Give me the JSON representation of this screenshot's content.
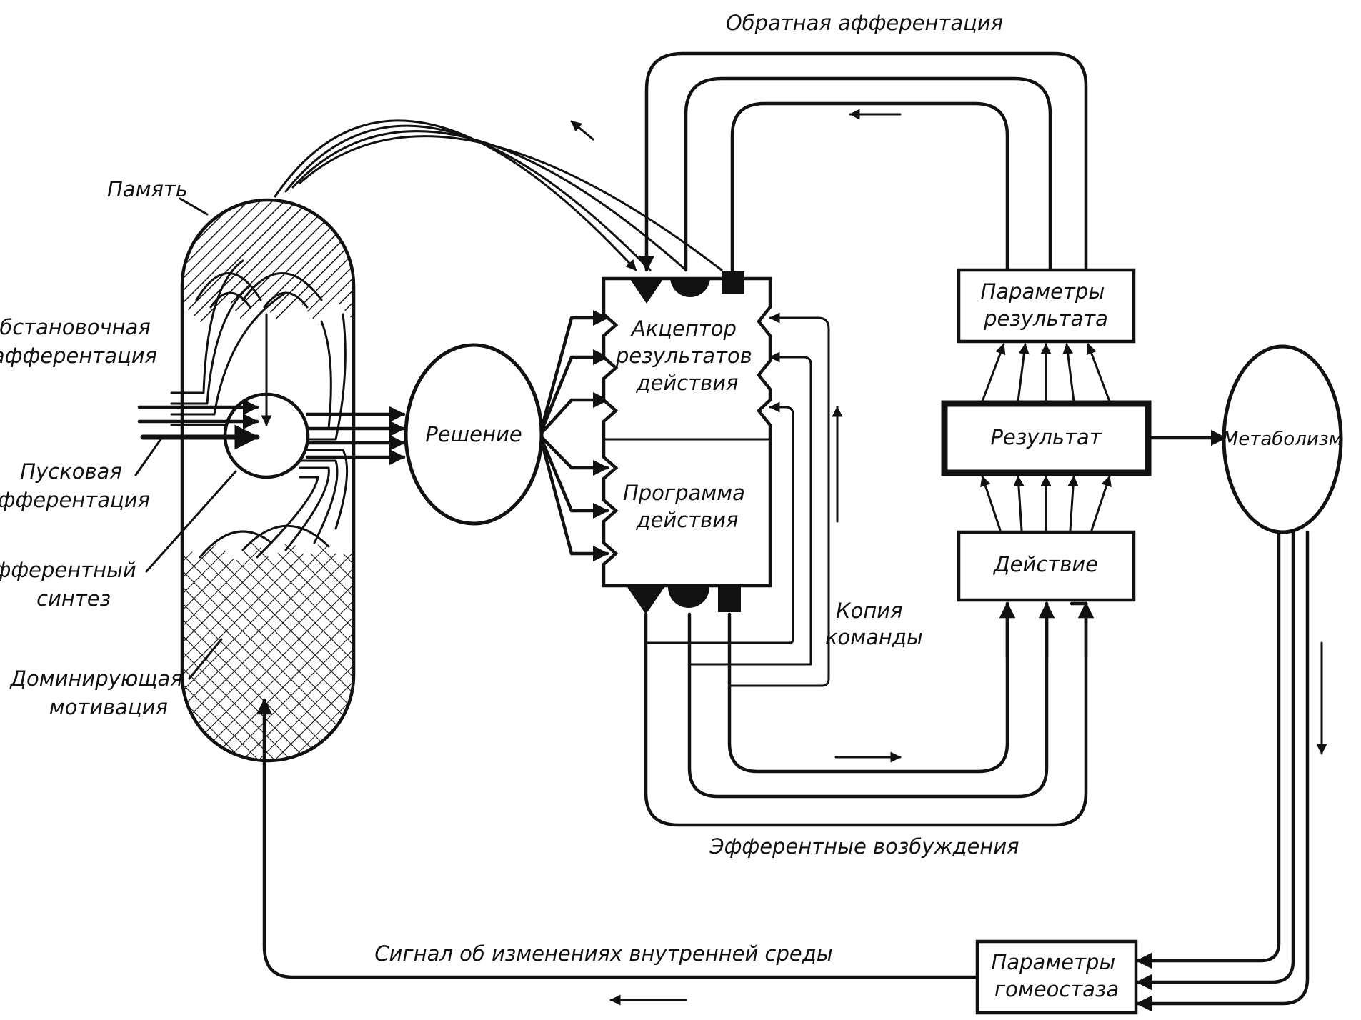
{
  "labels": {
    "obratnaya": "Обратная афферентация",
    "pamyat": "Память",
    "obstanovochnaya": [
      "Обстановочная",
      "афферентация"
    ],
    "puskovaya": [
      "Пусковая",
      "афферентация"
    ],
    "afferentny_sintez": [
      "Афферентный",
      "синтез"
    ],
    "dominiruyushchaya": [
      "Доминирующая",
      "мотивация"
    ],
    "reshenie": "Решение",
    "akceptor": [
      "Акцептор",
      "результатов",
      "действия"
    ],
    "programma": [
      "Программа",
      "действия"
    ],
    "parametry_rezultata": [
      "Параметры",
      "результата"
    ],
    "rezultat": "Результат",
    "deistvie": "Действие",
    "metabolizm": "Метаболизм",
    "kopiya_komandy": [
      "Копия",
      "команды"
    ],
    "efferentnye": "Эфферентные возбуждения",
    "signal": "Сигнал об изменениях внутренней среды",
    "parametry_gomeostaza": [
      "Параметры",
      "гомеостаза"
    ]
  },
  "colors": {
    "ink": "#111111",
    "background": "#ffffff"
  }
}
